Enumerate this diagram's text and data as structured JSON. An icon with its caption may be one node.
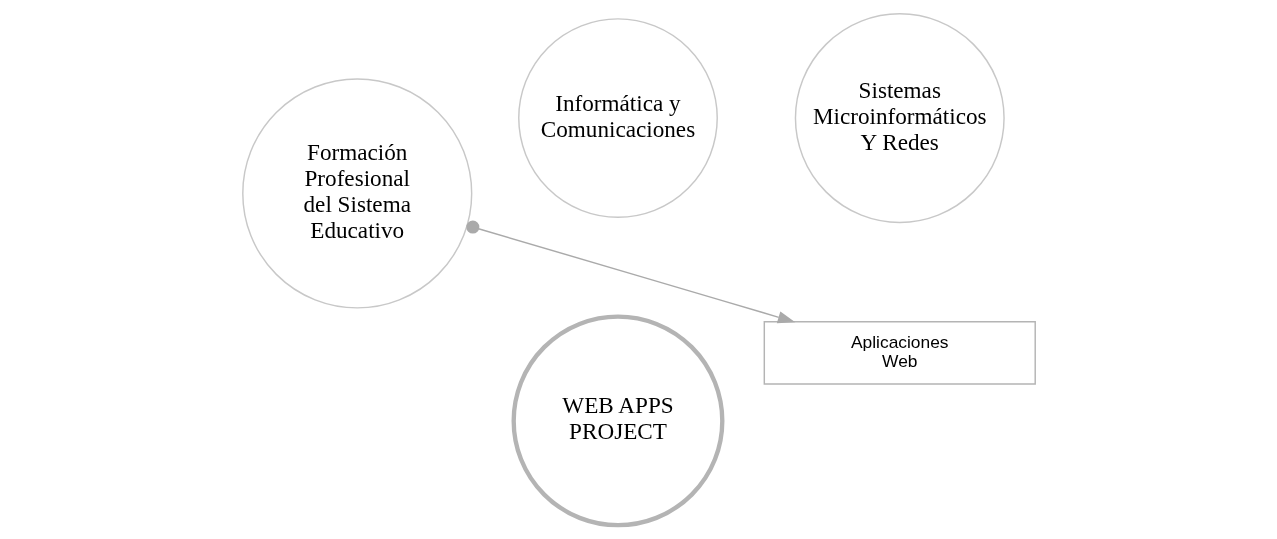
{
  "diagram": {
    "nodes": [
      {
        "text": [
          "Informática y Comunicaciones"
        ]
      },
      {
        "text": [
          "Sistemas Microinformáticos Y Redes"
        ]
      },
      {
        "text": [
          "Formación Profesional del Sistema Educativo"
        ]
      },
      {
        "text": [
          "WEB APPS PROJECT"
        ]
      },
      {
        "text": [
          "Aplicaciones Web"
        ]
      }
    ],
    "edges": [
      {
        "from": 2,
        "to": 4,
        "arrow": "to"
      }
    ]
  }
}
